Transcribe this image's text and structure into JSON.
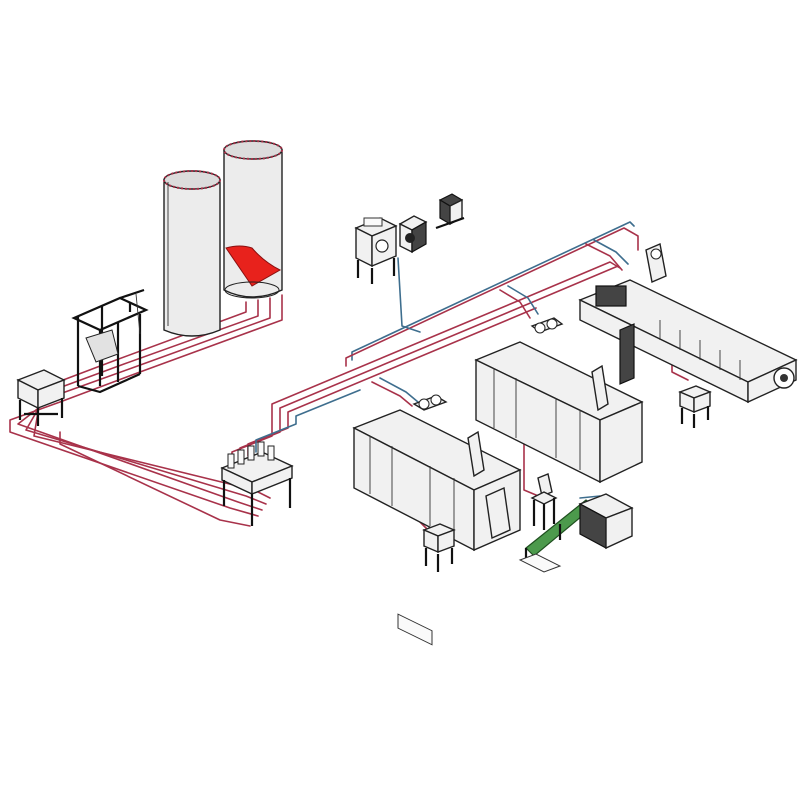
{
  "colors": {
    "background": "#ffffff",
    "pipe_red": "#a8324a",
    "pipe_blue": "#3e6e8e",
    "silo_fill": "#ececec",
    "silo_cone_red": "#e8221c",
    "equipment_fill": "#f1f1f1",
    "outline": "#222222"
  },
  "components": [
    {
      "name": "silo-left",
      "kind": "storage-silo"
    },
    {
      "name": "silo-right",
      "kind": "storage-silo"
    },
    {
      "name": "bulk-bag-unloader",
      "kind": "big-bag-station"
    },
    {
      "name": "material-bin",
      "kind": "small-bin"
    },
    {
      "name": "manifold-station",
      "kind": "material-distribution"
    },
    {
      "name": "vacuum-pump",
      "kind": "central-unit"
    },
    {
      "name": "control-panel",
      "kind": "central-control"
    },
    {
      "name": "dust-collector",
      "kind": "filter-unit"
    },
    {
      "name": "injection-machine-front",
      "kind": "injection-molding-machine"
    },
    {
      "name": "injection-machine-middle",
      "kind": "injection-molding-machine"
    },
    {
      "name": "extruder",
      "kind": "twin-screw-extruder"
    },
    {
      "name": "conveyor",
      "kind": "belt-conveyor"
    },
    {
      "name": "granulator",
      "kind": "granulator"
    },
    {
      "name": "dryer-bin-front",
      "kind": "small-bin"
    },
    {
      "name": "dryer-bin-right",
      "kind": "small-bin"
    }
  ]
}
